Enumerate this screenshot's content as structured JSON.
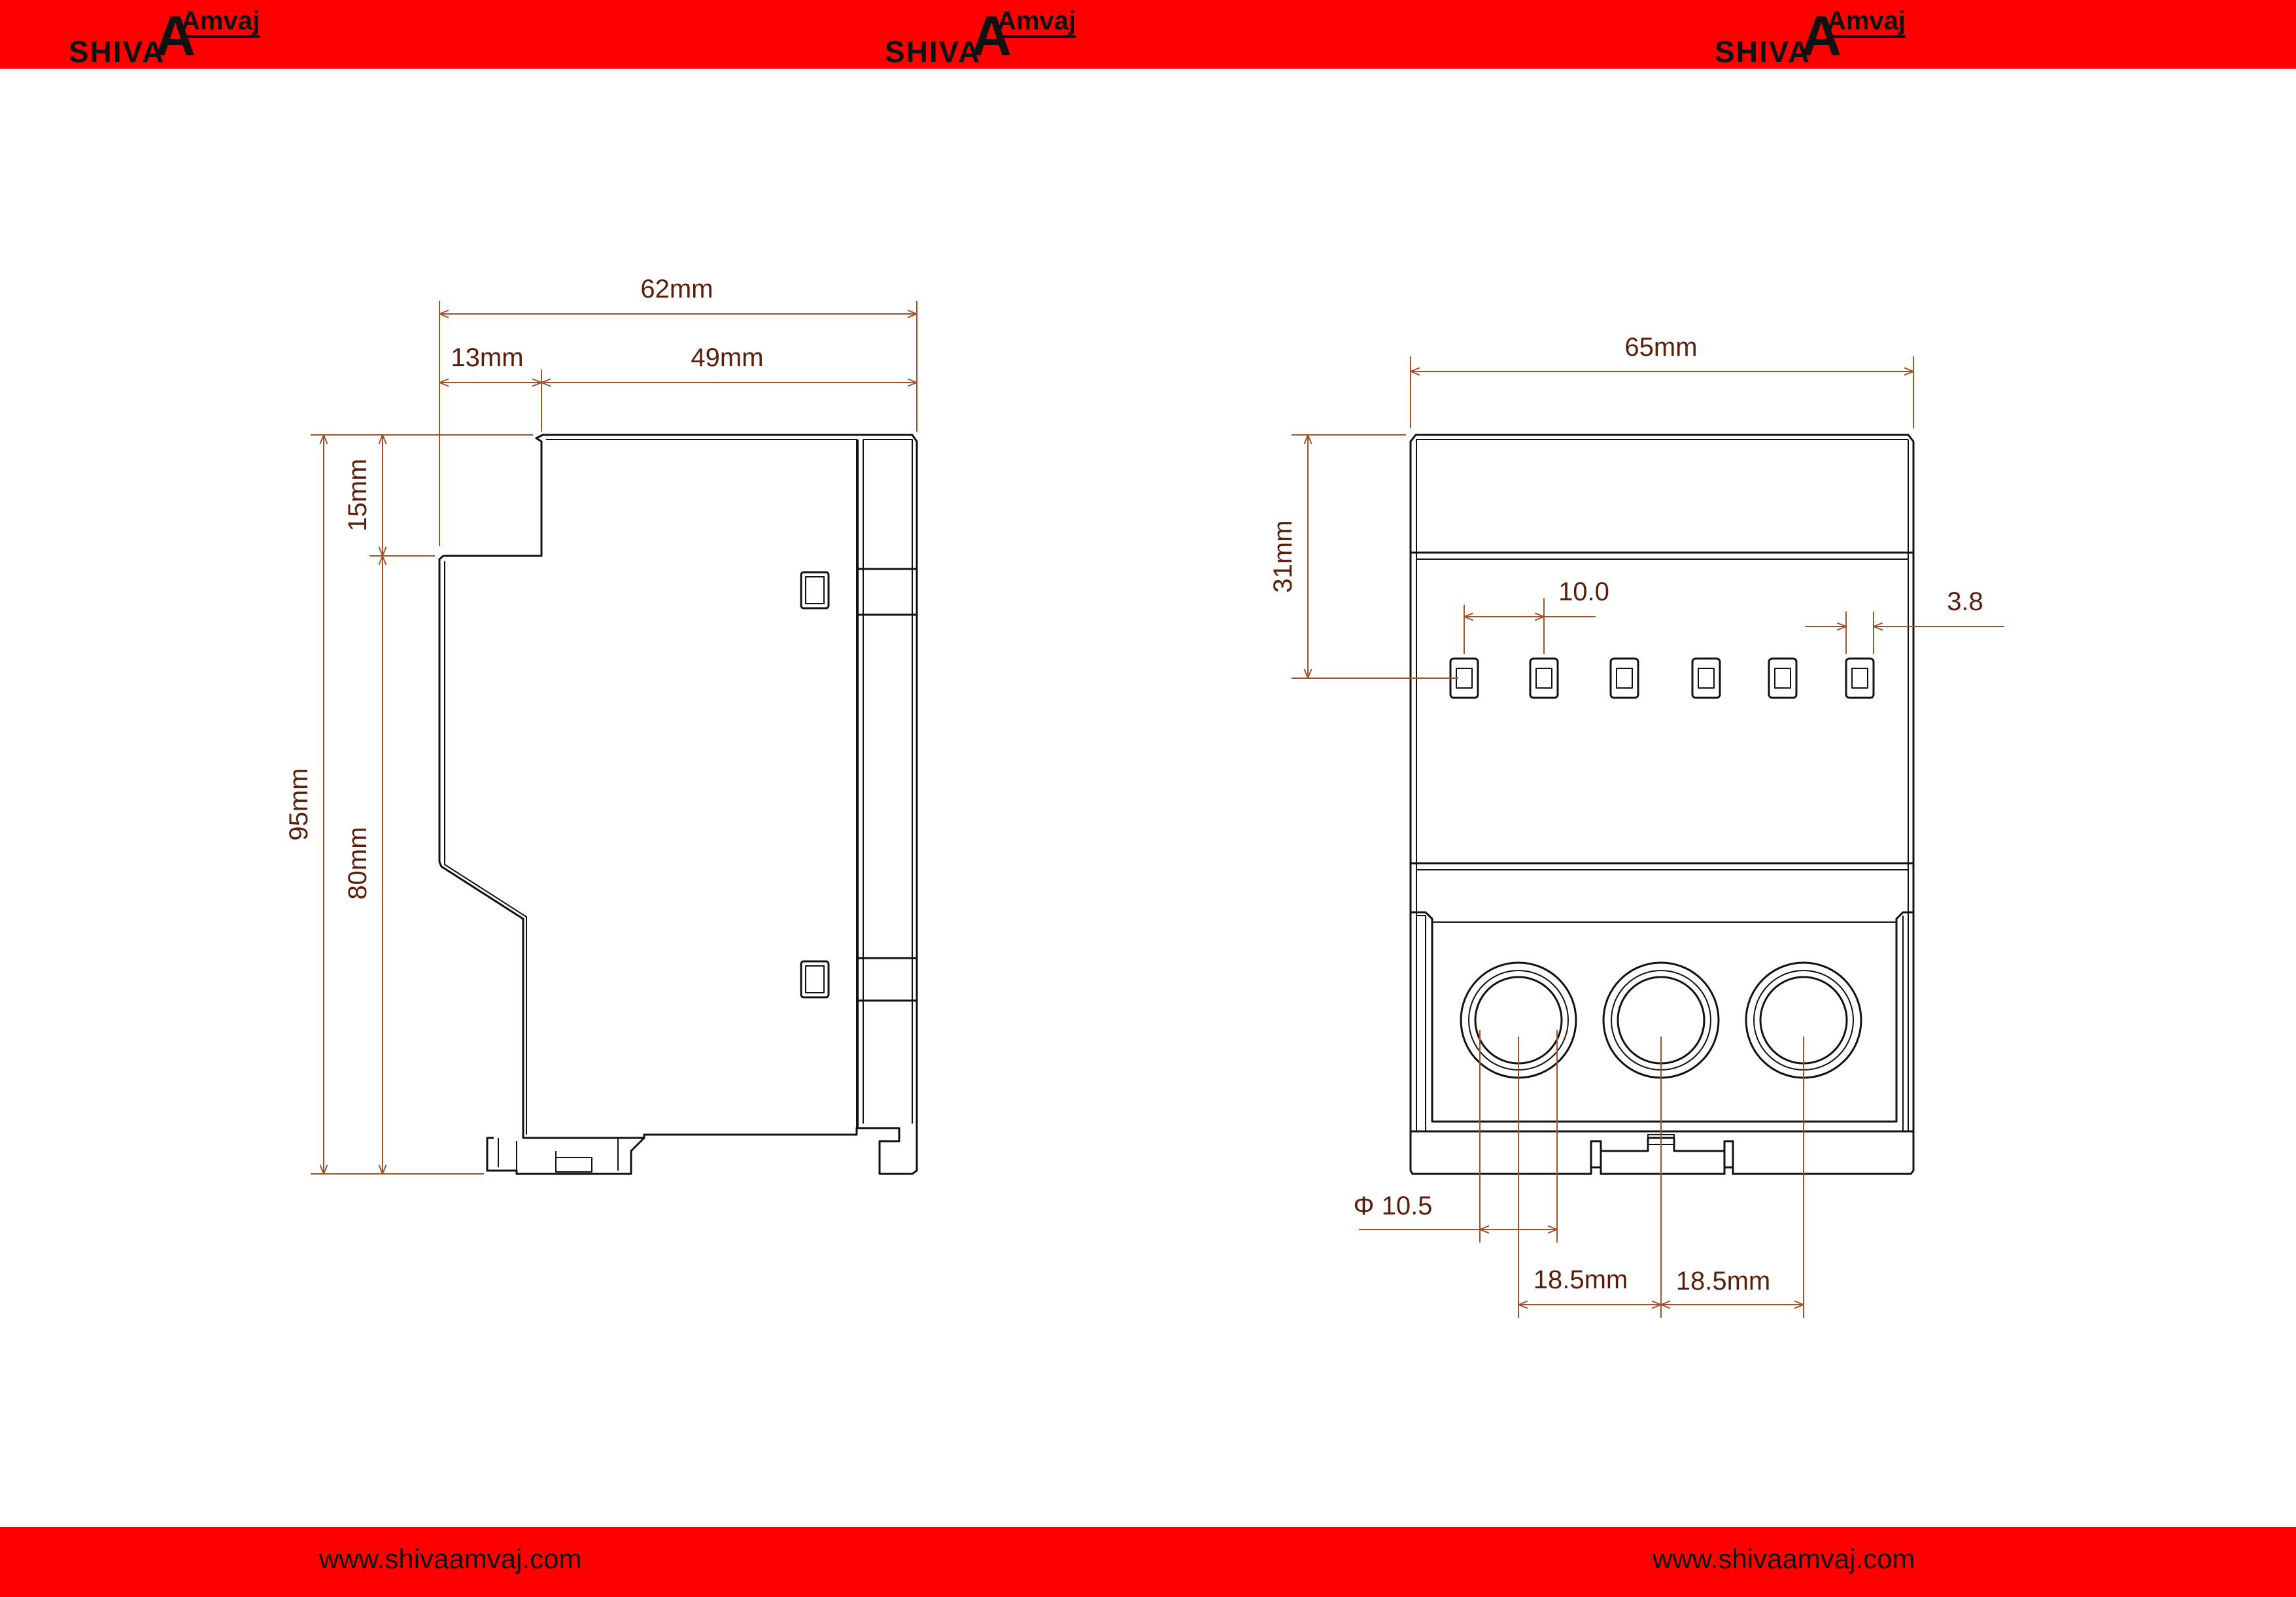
{
  "header": {
    "logos": [
      {
        "shiva": "SHIVA",
        "amvaj": "Amvaj"
      },
      {
        "shiva": "SHIVA",
        "amvaj": "Amvaj"
      },
      {
        "shiva": "SHIVA",
        "amvaj": "Amvaj"
      }
    ]
  },
  "footer": {
    "urls": [
      "www.shivaamvaj.com",
      "www.shivaamvaj.com"
    ]
  },
  "side_view": {
    "overall_width": "62mm",
    "rail_offset": "13mm",
    "body_depth": "49mm",
    "top_step": "15mm",
    "overall_height": "95mm",
    "body_height": "80mm"
  },
  "front_view": {
    "overall_width": "65mm",
    "terminal_height": "31mm",
    "terminal_pitch": "10.0",
    "terminal_width": "3.8",
    "hole_diameter": "Φ 10.5",
    "hole_spacing_1": "18.5mm",
    "hole_spacing_2": "18.5mm"
  },
  "colors": {
    "band": "#ff0000",
    "dimension": "#a0522d",
    "outline": "#111111"
  }
}
